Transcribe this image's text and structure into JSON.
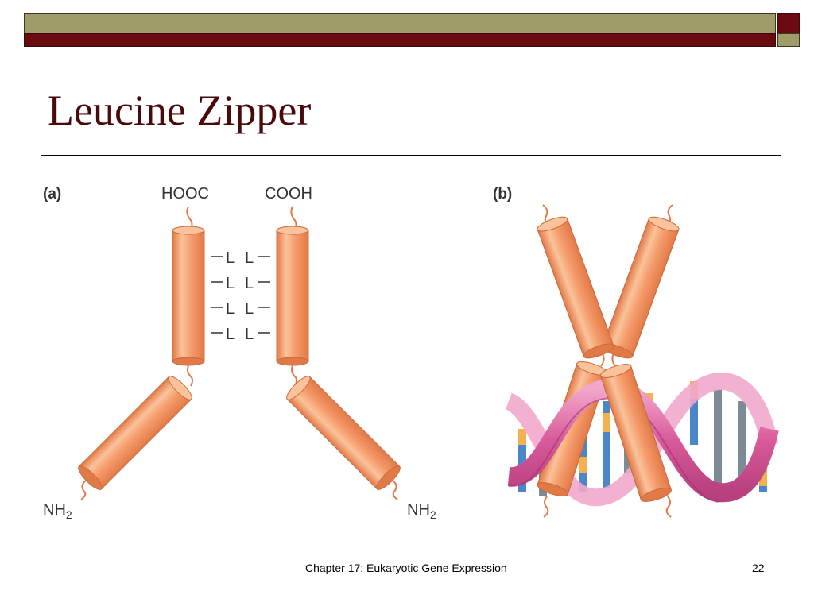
{
  "slide": {
    "title": "Leucine Zipper",
    "footer": "Chapter 17: Eukaryotic Gene Expression",
    "page_number": "22"
  },
  "panel_a": {
    "label": "(a)",
    "left_top_terminus": "HOOC",
    "right_top_terminus": "COOH",
    "leucine_letter": "L",
    "left_bottom_terminus": "NH",
    "right_bottom_terminus": "NH",
    "subscript": "2"
  },
  "panel_b": {
    "label": "(b)"
  },
  "colors": {
    "helix_light": "#fbc39b",
    "helix_mid": "#f59a6a",
    "helix_dark": "#e27a48",
    "dna_ribbon": "#d85a9a",
    "dna_ribbon_light": "#f2a8cc",
    "base_blue": "#4a86c8",
    "base_orange": "#f5b050",
    "base_gray": "#7d8c94",
    "title": "#4a0a0a",
    "band_olive": "#a09c6a",
    "band_maroon": "#6b0a10"
  }
}
